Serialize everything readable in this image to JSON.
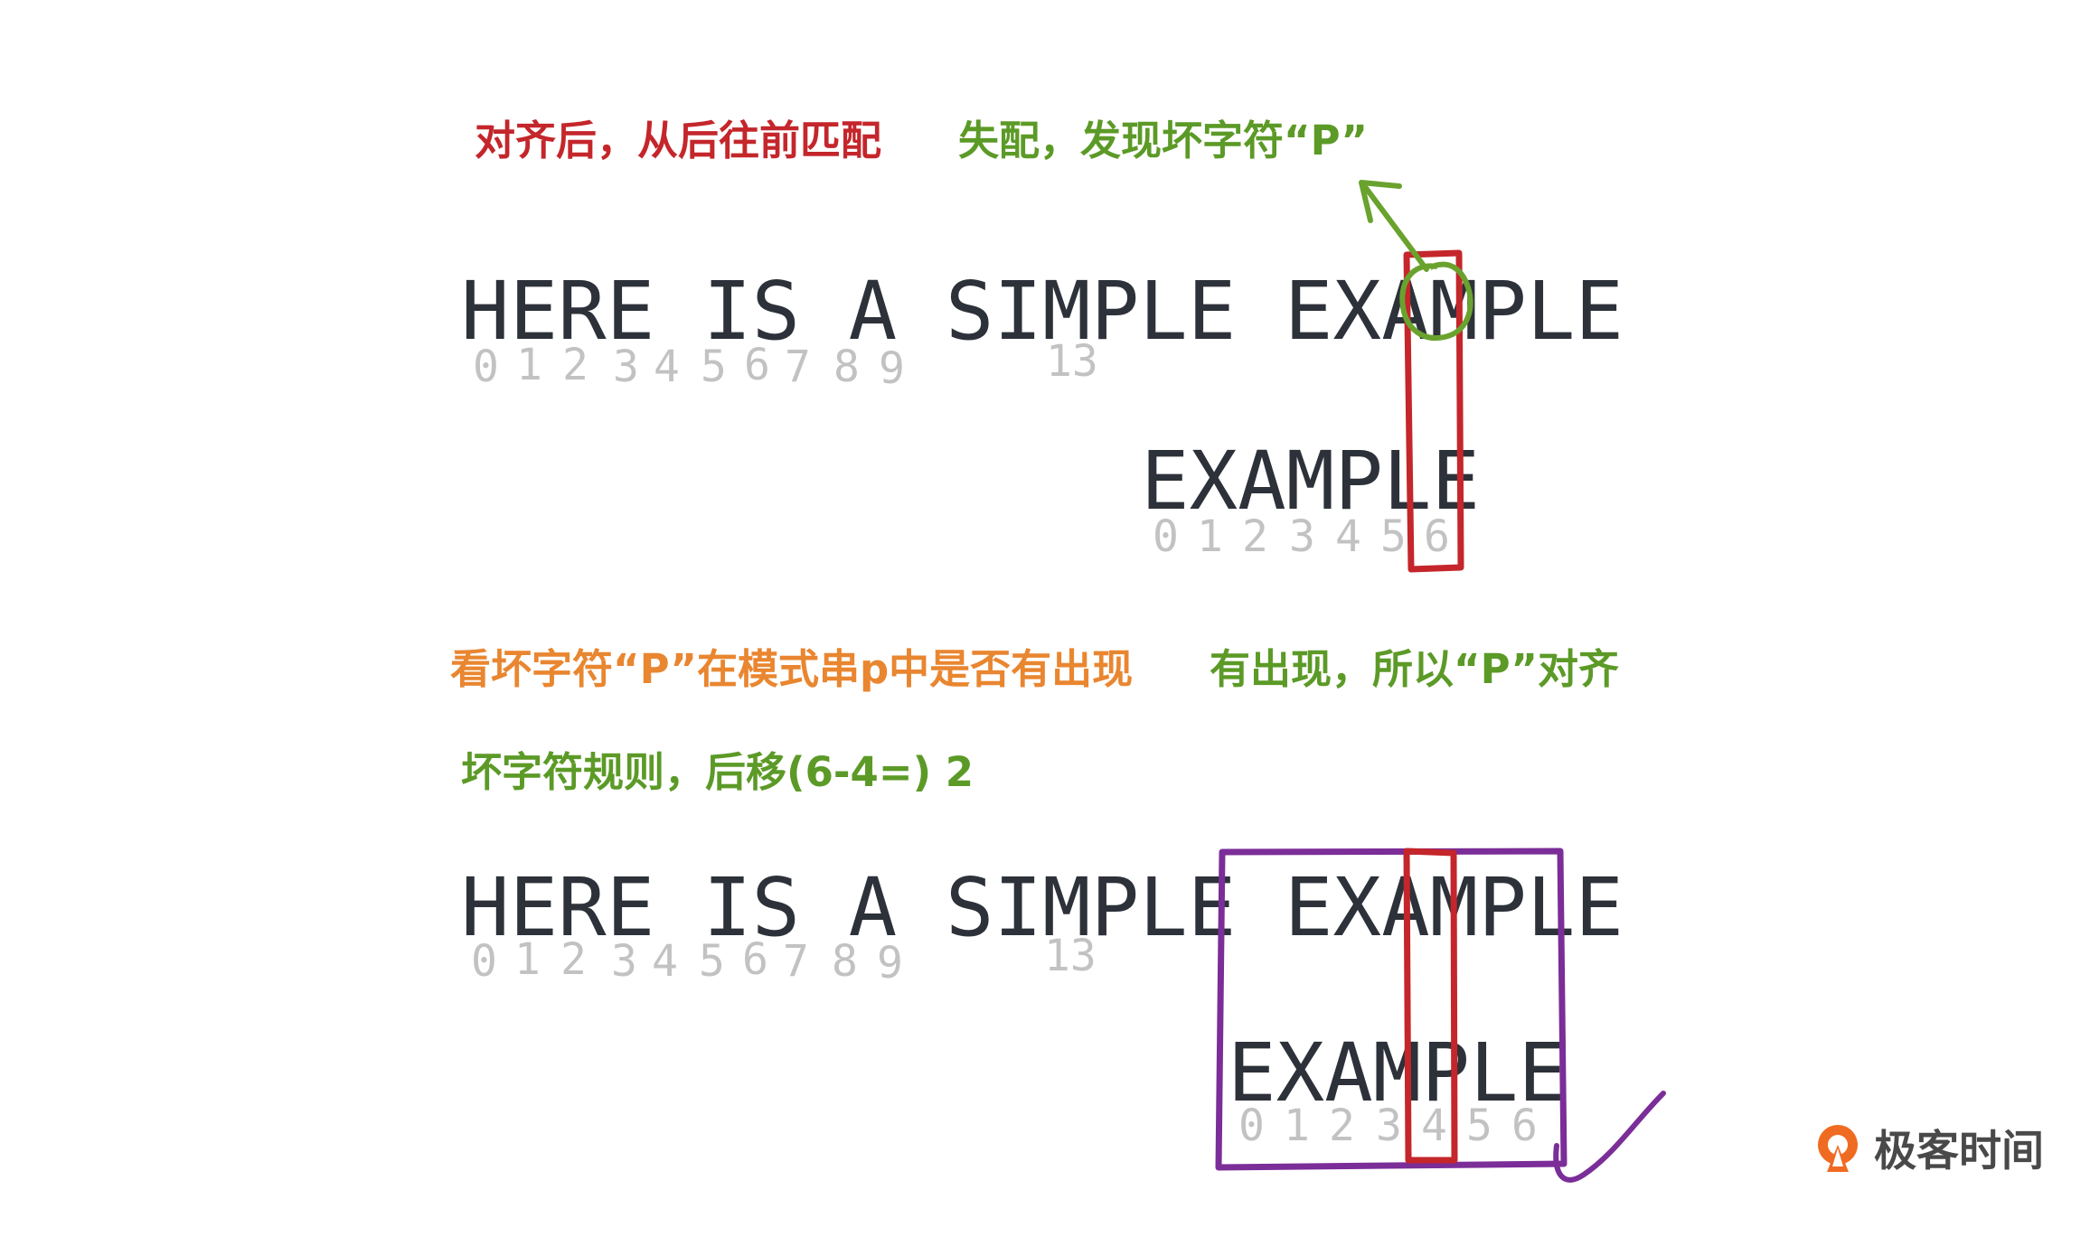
{
  "notes": {
    "align_back_to_front": "对齐后，从后往前匹配",
    "mismatch_found": "失配，发现坏字符“P”",
    "check_in_pattern": "看坏字符“P”在模式串p中是否有出现",
    "found_so_align": "有出现，所以“P”对齐",
    "bad_char_rule": "坏字符规则，后移(6-4=) 2"
  },
  "step1": {
    "text": "HERE IS A SIMPLE EXAMPLE",
    "text_indices": [
      "0",
      "1",
      "2",
      "3",
      "4",
      "5",
      "6",
      "7",
      "8",
      "9",
      "13"
    ],
    "pattern": "EXAMPLE",
    "pattern_indices": [
      "0",
      "1",
      "2",
      "3",
      "4",
      "5",
      "6"
    ]
  },
  "step2": {
    "text": "HERE IS A SIMPLE EXAMPLE",
    "text_indices": [
      "0",
      "1",
      "2",
      "3",
      "4",
      "5",
      "6",
      "7",
      "8",
      "9",
      "13"
    ],
    "pattern": "EXAMPLE",
    "pattern_indices": [
      "0",
      "1",
      "2",
      "3",
      "4",
      "5",
      "6"
    ]
  },
  "logo": {
    "text": "极客时间",
    "icon": "geektime-logo-icon"
  },
  "colors": {
    "red": "#c4262b",
    "green": "#5c9a27",
    "orange": "#e98630",
    "purple": "#7b2d98",
    "text": "#2d3139",
    "index": "#c2c2c2"
  }
}
